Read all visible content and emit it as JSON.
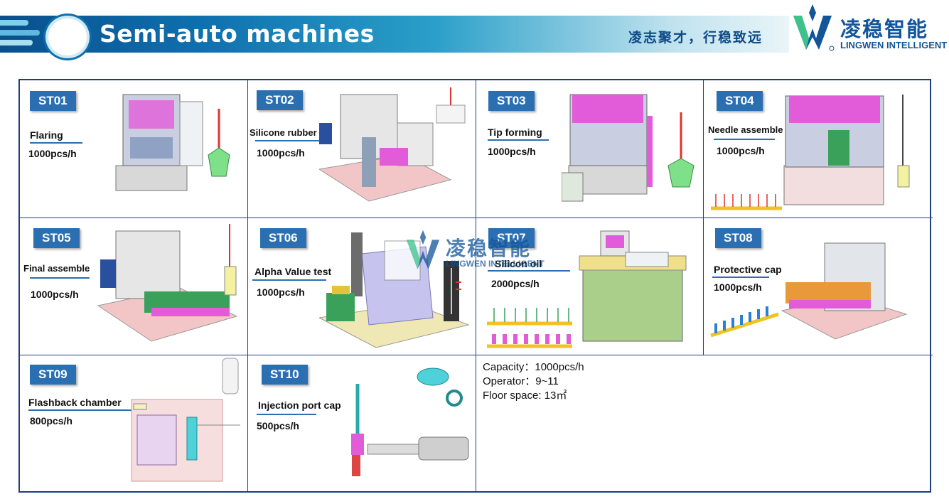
{
  "header": {
    "title": "Semi-auto machines",
    "slogan": "凌志聚才，行稳致远",
    "logo_cn": "凌稳智能",
    "logo_en": "LINGWEN INTELLIGENT"
  },
  "stations": [
    {
      "id": "ST01",
      "name": "Flaring",
      "rate": "1000pcs/h"
    },
    {
      "id": "ST02",
      "name": "Silicone rubber",
      "rate": "1000pcs/h"
    },
    {
      "id": "ST03",
      "name": "Tip forming",
      "rate": "1000pcs/h"
    },
    {
      "id": "ST04",
      "name": "Needle assemble",
      "rate": "1000pcs/h"
    },
    {
      "id": "ST05",
      "name": "Final assemble",
      "rate": "1000pcs/h"
    },
    {
      "id": "ST06",
      "name": "Alpha Value test",
      "rate": "1000pcs/h"
    },
    {
      "id": "ST07",
      "name": "Silicon oil",
      "rate": "2000pcs/h"
    },
    {
      "id": "ST08",
      "name": "Protective cap",
      "rate": "1000pcs/h"
    },
    {
      "id": "ST09",
      "name": "Flashback chamber",
      "rate": "800pcs/h"
    },
    {
      "id": "ST10",
      "name": "Injection port cap",
      "rate": "500pcs/h"
    }
  ],
  "summary": {
    "capacity": "Capacity：1000pcs/h",
    "operator": "Operator：9~11",
    "floor": "Floor space: 13㎡"
  },
  "watermark": {
    "cn": "凌稳智能",
    "en": "LINGWEN INTELLIGENT"
  },
  "colors": {
    "brand_blue": "#12559a",
    "badge_blue": "#2b6fb3",
    "grid_border": "#1f3f7a",
    "machine_magenta": "#e25bd9",
    "base_pink": "#f2c6c6",
    "part_green": "#7fe08a"
  }
}
